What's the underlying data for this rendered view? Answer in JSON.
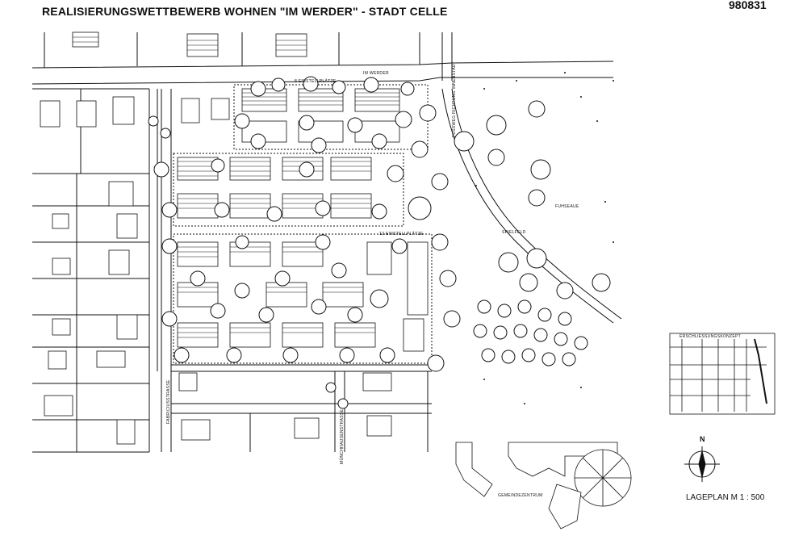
{
  "header": {
    "title": "REALISIERUNGSWETTBEWERB  WOHNEN \"IM WERDER\"  - STADT CELLE",
    "code": "980831"
  },
  "labels": {
    "street_top": "IM WERDER",
    "parking_top": "8 EINSTELLPLÄTZE",
    "parking_mid": "12 EINSTELLPLÄTZE",
    "footpath": "FUSSWEG RICHTUNG INNENSTADT",
    "river": "FUHSEAUE",
    "field": "SPIELFELD",
    "street_left": "FABRICIUSSTRASSE",
    "street_bottom": "MÜNCHHAUSENSTRASSE",
    "community": "GEMEINDEZENTRUM",
    "concept": "ERSCHLIESSUNGSKONZEPT",
    "north": "N",
    "scale": "LAGEPLAN M 1 : 500"
  }
}
